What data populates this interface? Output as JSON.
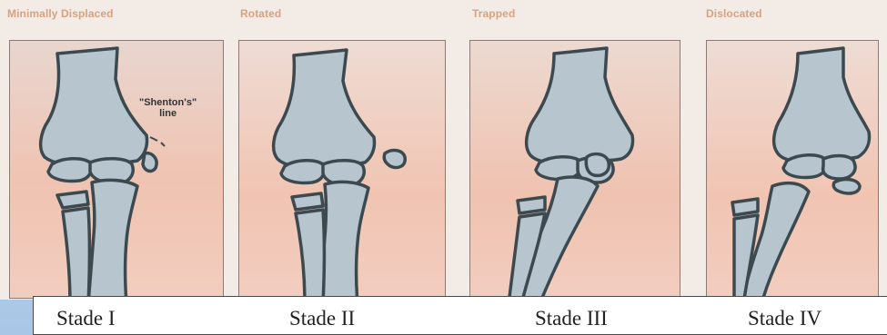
{
  "stages": [
    {
      "title": "Minimally Displaced",
      "stade": "Stade I"
    },
    {
      "title": "Rotated",
      "stade": "Stade II"
    },
    {
      "title": "Trapped",
      "stade": "Stade III"
    },
    {
      "title": "Dislocated",
      "stade": "Stade IV"
    }
  ],
  "annotation": {
    "line1": "\"Shenton's\"",
    "line2": "line"
  },
  "colors": {
    "bone_fill": "#b6c5ce",
    "bone_stroke": "#3c4a50",
    "panel_bg": "#f1cbbb",
    "heading": "#d9a27e"
  }
}
